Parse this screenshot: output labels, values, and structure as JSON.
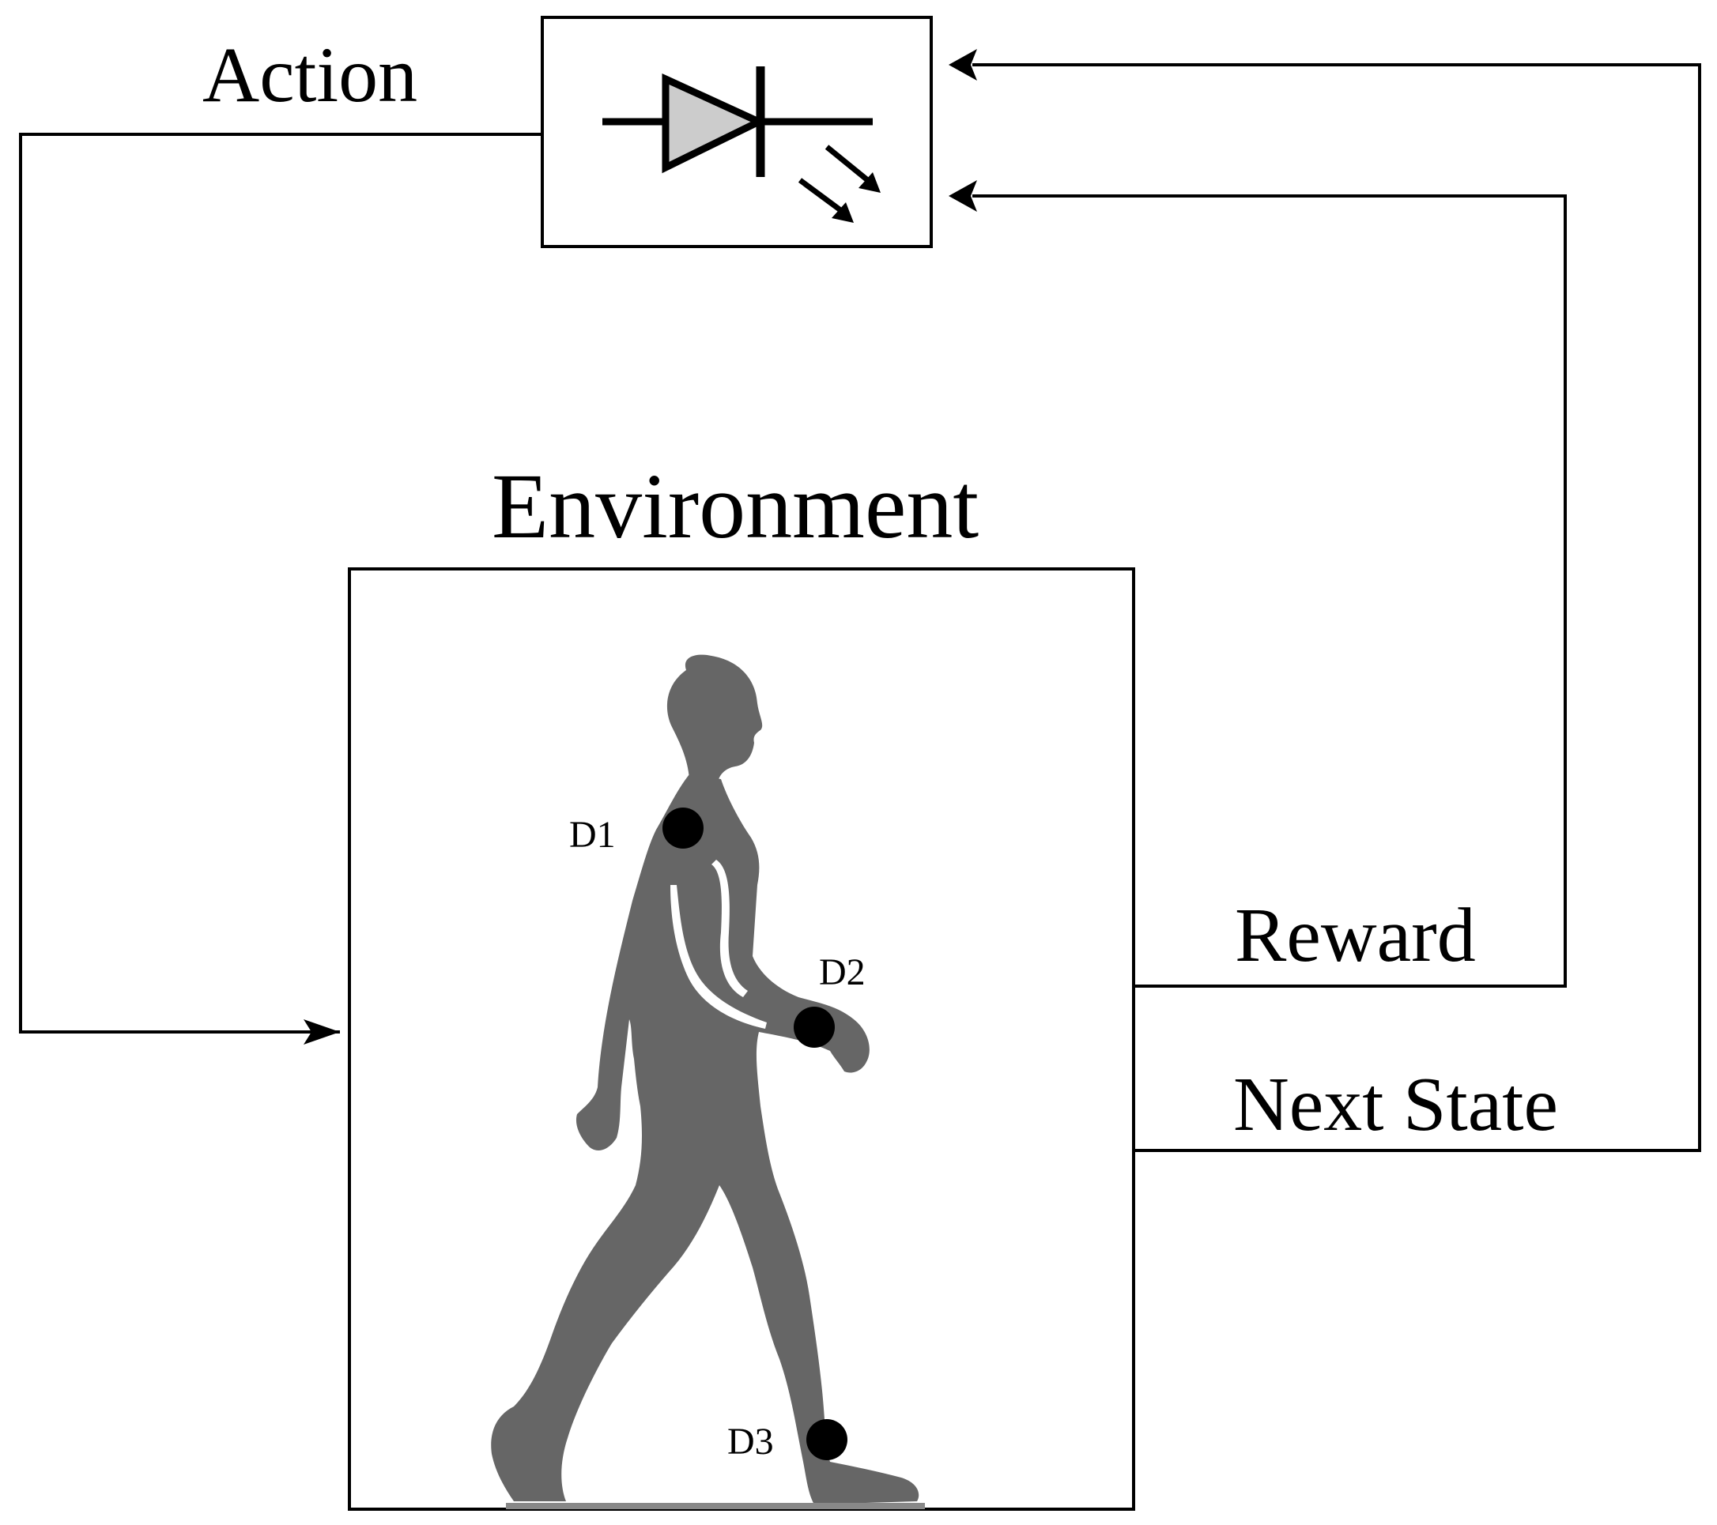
{
  "labels": {
    "action": "Action",
    "environment": "Environment",
    "reward": "Reward",
    "next_state": "Next State",
    "sensor_1": "D1",
    "sensor_2": "D2",
    "sensor_3": "D3"
  },
  "icons": {
    "agent": "led-diode-icon",
    "figure": "walking-human-silhouette"
  },
  "colors": {
    "line": "#000000",
    "background": "#ffffff",
    "silhouette": "#666666",
    "diode_fill": "#cccccc",
    "sensor_marker": "#000000"
  }
}
